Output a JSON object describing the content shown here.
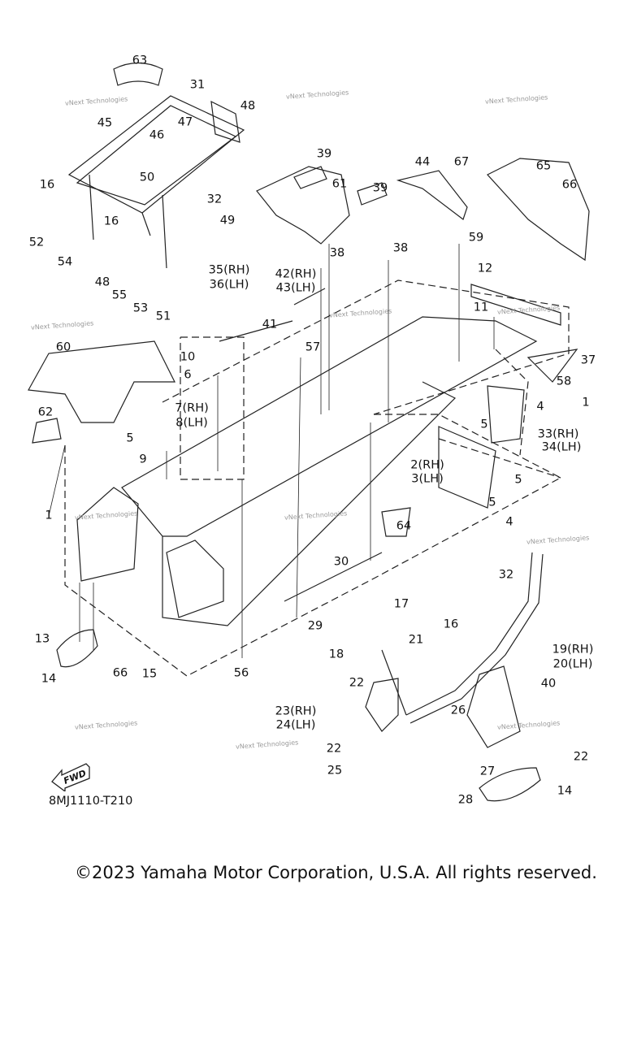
{
  "diagram_code": "8MJ1110-T210",
  "copyright": "©2023 Yamaha Motor Corporation, U.S.A. All rights reserved.",
  "watermark": "vNext Technologies",
  "fwd_label": "FWD",
  "callouts": [
    "63",
    "31",
    "48",
    "47",
    "45",
    "46",
    "50",
    "32",
    "49",
    "16",
    "16",
    "52",
    "54",
    "48",
    "55",
    "53",
    "51",
    "39",
    "61",
    "39",
    "44",
    "67",
    "65",
    "66",
    "59",
    "38",
    "38",
    "12",
    "35(RH)",
    "36(LH)",
    "42(RH)",
    "43(LH)",
    "11",
    "41",
    "57",
    "10",
    "6",
    "37",
    "58",
    "60",
    "4",
    "1",
    "7(RH)",
    "8(LH)",
    "33(RH)",
    "34(LH)",
    "62",
    "5",
    "5",
    "9",
    "2(RH)",
    "3(LH)",
    "5",
    "5",
    "1",
    "64",
    "30",
    "32",
    "17",
    "29",
    "16",
    "13",
    "19(RH)",
    "20(LH)",
    "21",
    "18",
    "15",
    "14",
    "66",
    "56",
    "22",
    "40",
    "23(RH)",
    "24(LH)",
    "26",
    "22",
    "25",
    "22",
    "27",
    "14",
    "28",
    "4"
  ]
}
